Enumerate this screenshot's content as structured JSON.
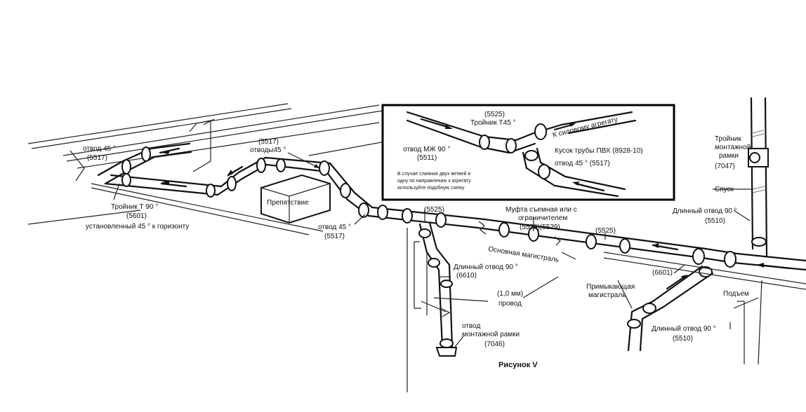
{
  "figure": {
    "caption": "Рисунок V"
  },
  "labels": {
    "elbow45_left": "отвод 45 °",
    "elbow45_left_code": "(5517)",
    "elbows45_mid_code": "(5517)",
    "elbows45_mid": "отводы45 °",
    "tee90": "Тройник Т  90 °",
    "tee90_code": "(5601)",
    "installed45": "установленный 45 ° к горизонту",
    "obstacle": "Препятствие",
    "elbow45_low": "отвод 45 °",
    "elbow45_low_code": "(5517)",
    "tee_main_code": "(5525)",
    "coupling_line1": "Муфта съемная  или с",
    "coupling_line2": "ограничителем",
    "coupling_code": "(5528)(5529)",
    "tee_right_code": "(5525)",
    "main_line": "Основная магистраль",
    "long_elbow_left": "Длинный отвод 90 °",
    "long_elbow_left_code": "(6610)",
    "wire_line1": "(1,0 мм)",
    "wire_line2": "провод",
    "frame_elbow_line1": "отвод",
    "frame_elbow_line2": "монтажной рамки",
    "frame_elbow_code": "(7046)",
    "tee_6601": "(6601)",
    "branch_line1": "Примыкающая",
    "branch_line2": "магистраль",
    "long_elbow_bottom": "Длинный отвод 90 °",
    "long_elbow_bottom_code": "(5510)",
    "lift": "Подъем",
    "long_elbow_right": "Длинный отвод 90 °",
    "long_elbow_right_code": "(5510)",
    "drop": "Спуск",
    "frame_tee_line1": "Тройник",
    "frame_tee_line2": "монтажной",
    "frame_tee_line3": "рамки",
    "frame_tee_code": "(7047)"
  },
  "inset": {
    "tee45_code": "(5525)",
    "tee45": "Тройник Т45 °",
    "to_unit": "К силовому агрегату",
    "elbow_mzh": "отвод МЖ 90 °",
    "elbow_mzh_code": "(5511)",
    "pvc_piece": "Кусок трубы ПВХ (8928-10)",
    "elbow45": "отвод 45 °  (5517)",
    "note_line1": "В случае слияния двух ветвей в",
    "note_line2": "одну по направлению к агрегату",
    "note_line3": "используйте подобную схему"
  }
}
